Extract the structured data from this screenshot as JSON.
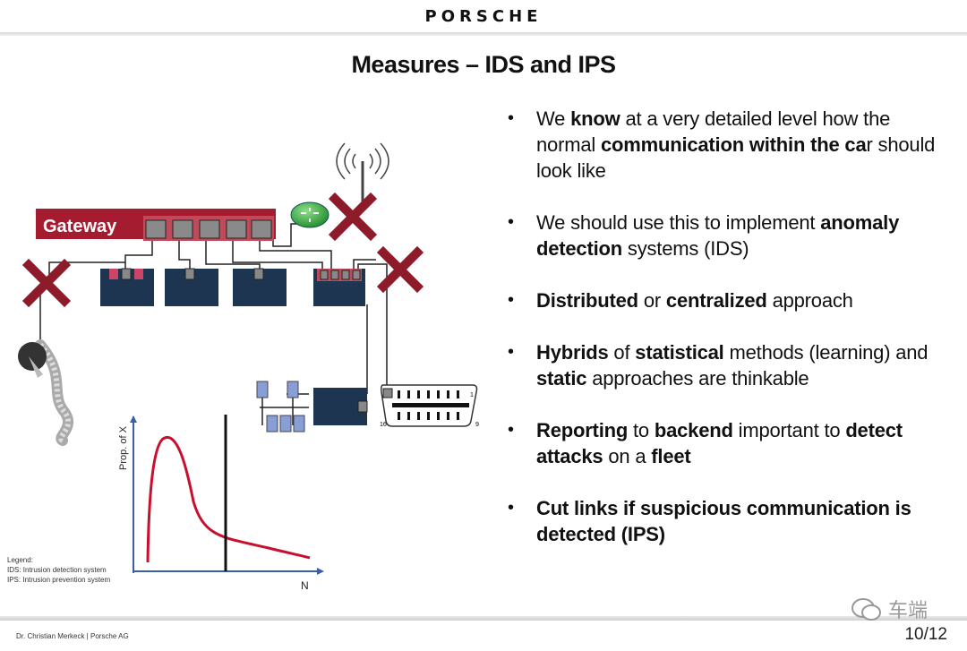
{
  "header": {
    "logo": "PORSCHE"
  },
  "slide": {
    "title": "Measures – IDS and IPS"
  },
  "diagram": {
    "gateway_label": "Gateway",
    "connector_pin_left": "16",
    "connector_pin_right": "9",
    "connector_pin_top": "1",
    "graph_ylabel": "Prop. of X",
    "graph_xlabel": "N"
  },
  "legend": {
    "title": "Legend:",
    "ids": "IDS: Intrusion detection system",
    "ips": "IPS: Intrusion prevention system"
  },
  "bullets": [
    {
      "segments": [
        {
          "t": "We ",
          "b": false
        },
        {
          "t": "know",
          "b": true
        },
        {
          "t": " at a very detailed level how the normal ",
          "b": false
        },
        {
          "t": "communication within the ca",
          "b": true
        },
        {
          "t": "r should look like",
          "b": false
        }
      ]
    },
    {
      "segments": [
        {
          "t": "We should use this to implement ",
          "b": false
        },
        {
          "t": "anomaly detection",
          "b": true
        },
        {
          "t": " systems (IDS)",
          "b": false
        }
      ]
    },
    {
      "segments": [
        {
          "t": "Distributed",
          "b": true
        },
        {
          "t": " or ",
          "b": false
        },
        {
          "t": "centralized",
          "b": true
        },
        {
          "t": " approach",
          "b": false
        }
      ]
    },
    {
      "segments": [
        {
          "t": "Hybrids",
          "b": true
        },
        {
          "t": " of ",
          "b": false
        },
        {
          "t": "statistical",
          "b": true
        },
        {
          "t": " methods (learning) and ",
          "b": false
        },
        {
          "t": "static",
          "b": true
        },
        {
          "t": " approaches are thinkable",
          "b": false
        }
      ]
    },
    {
      "segments": [
        {
          "t": "Reporting",
          "b": true
        },
        {
          "t": " to ",
          "b": false
        },
        {
          "t": "backend",
          "b": true
        },
        {
          "t": " important to ",
          "b": false
        },
        {
          "t": "detect attacks",
          "b": true
        },
        {
          "t": " on a ",
          "b": false
        },
        {
          "t": "fleet",
          "b": true
        }
      ]
    },
    {
      "segments": [
        {
          "t": "Cut links if suspicious communication is detected (IPS)",
          "b": true
        }
      ]
    }
  ],
  "footer": {
    "author": "Dr. Christian Merkeck | Porsche AG",
    "page": "10/12"
  },
  "watermark": {
    "text": "车端"
  },
  "colors": {
    "gateway": "#a51c30",
    "ecu": "#1d3550",
    "cross": "#8e1b2a",
    "curve": "#c8102e",
    "router": "#3aa845"
  }
}
